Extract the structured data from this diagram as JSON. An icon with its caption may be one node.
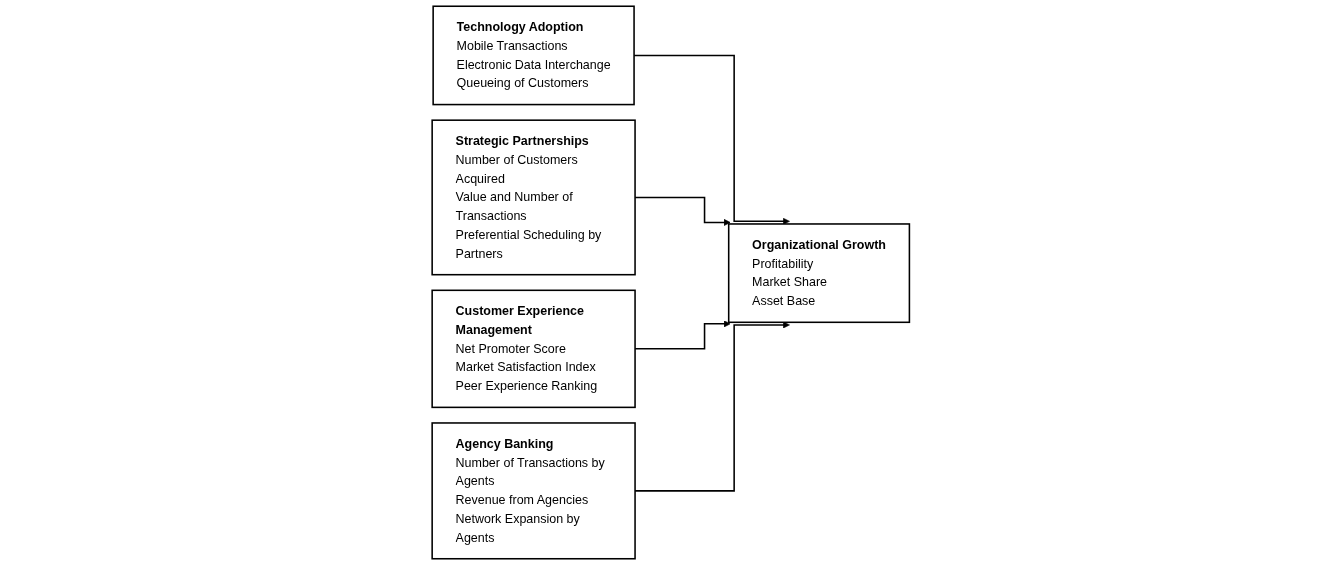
{
  "diagram": {
    "nodes": [
      {
        "text": [
          "Technology Adoption",
          "Mobile Transactions",
          "Electronic Data Interchange",
          "Queueing of Customers"
        ]
      },
      {
        "text": [
          "Strategic Partnerships",
          "Number of Customers Acquired",
          "Value and Number of Transactions",
          "Preferential Scheduling by Partners"
        ]
      },
      {
        "text": [
          "Customer Experience Management",
          "Net Promoter Score",
          "Market Satisfaction Index",
          "Peer Experience Ranking"
        ]
      },
      {
        "text": [
          "Agency Banking",
          "Number of Transactions by Agents",
          "Revenue from Agencies",
          "Network Expansion by Agents"
        ]
      },
      {
        "text": [
          "Organizational Growth",
          "Profitability",
          "Market Share",
          "Asset Base"
        ]
      }
    ],
    "edges": [
      {
        "from": 0,
        "to": 4,
        "arrow": "to"
      },
      {
        "from": 1,
        "to": 4,
        "arrow": "to"
      },
      {
        "from": 2,
        "to": 4,
        "arrow": "to"
      },
      {
        "from": 3,
        "to": 4,
        "arrow": "to"
      }
    ]
  }
}
